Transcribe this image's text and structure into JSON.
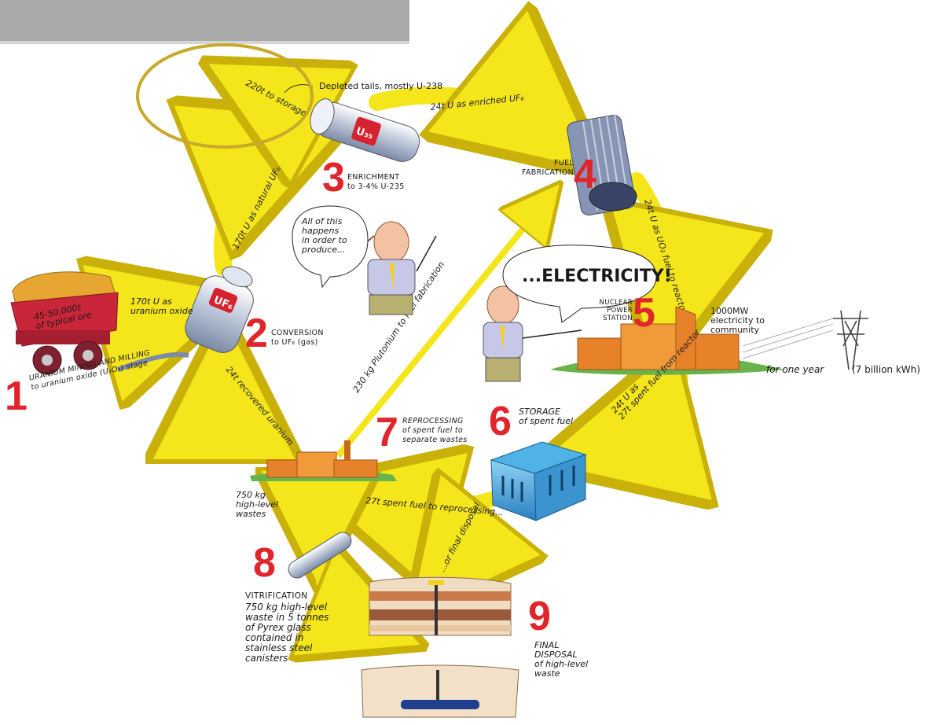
{
  "header_bar": {
    "color": "#a9a9a9"
  },
  "highlight": {
    "color": "#c8a92a"
  },
  "colors": {
    "arrow": "#f4e61a",
    "arrow_edge": "#c9b10a",
    "step_number": "#e0252b",
    "building": "#e8822a"
  },
  "steps": [
    {
      "number": "1",
      "label": "URANIUM MINING AND MILLING\nto uranium oxide (U₃O₈) stage"
    },
    {
      "number": "2",
      "label": "CONVERSION\nto UF₆ (gas)"
    },
    {
      "number": "3",
      "label": "ENRICHMENT\nto 3-4% U-235"
    },
    {
      "number": "4",
      "label": "FUEL\nFABRICATION"
    },
    {
      "number": "5",
      "label": "NUCLEAR\nPOWER\nSTATION"
    },
    {
      "number": "6",
      "label": "STORAGE\nof spent fuel"
    },
    {
      "number": "7",
      "label": "REPROCESSING\nof spent fuel to\nseparate wastes"
    },
    {
      "number": "8",
      "label": "VITRIFICATION"
    },
    {
      "number": "9",
      "label": "FINAL\nDISPOSAL\nof high-level\nwaste"
    }
  ],
  "flows": {
    "ore": "45-50,000t\nof typical ore",
    "mining_to_conversion": "170t U as\nuranium oxide",
    "natural_uf6": "170t U as natural UF₆",
    "to_storage": "220t to storage",
    "depleted_tails": "Depleted tails, mostly U-238",
    "enriched": "24t U as enriched UF₆",
    "uo2_fuel": "24t U as UO₂ fuel to reactor",
    "spent_from_reactor": "24t U as\n27t spent fuel from reactor",
    "spent_to_reprocessing": "27t spent fuel to reprocessing...",
    "final_disposal": "...or final disposal",
    "recovered_uranium": "24t recovered uranium",
    "plutonium": "230 kg Plutonium to fuel fabrication",
    "hlw": "750 kg\nhigh-level\nwastes",
    "vitrification_desc": "750 kg high-level\nwaste in 5 tonnes\nof Pyrex glass\ncontained in\nstainless steel\ncanisters",
    "electricity_out": "1000MW\nelectricity to\ncommunity",
    "one_year": "for one year",
    "kwh": "(7 billion kWh)"
  },
  "speech": {
    "presenter": "All of this\nhappens\nin order to\nproduce...",
    "electricity": "...ELECTRICITY!"
  },
  "cylinders": {
    "enrichment_mark": "U₃₅",
    "conversion_mark": "UF₆"
  }
}
